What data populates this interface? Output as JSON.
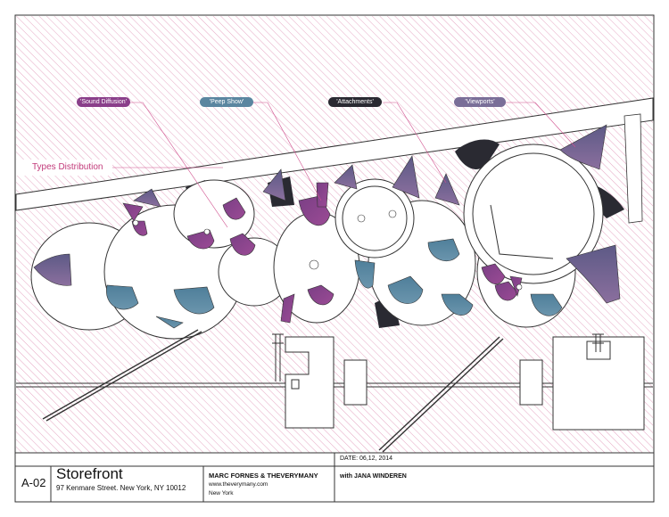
{
  "drawing": {
    "section_label": "Types Distribution",
    "tags": {
      "sound_diffusion": "'Sound Diffusion'",
      "peep_show": "'Peep Show'",
      "attachments": "'Attachments'",
      "viewports": "'Viewports'"
    }
  },
  "title_block": {
    "sheet_number": "A-02",
    "project_title": "Storefront",
    "address": "97 Kenmare Street. New York, NY 10012",
    "firm": "MARC FORNES & THEVERYMANY",
    "website": "www.theverymany.com",
    "city": "New York",
    "date": "DATE: 06,12, 2014",
    "collaborator": "with JANA WINDEREN"
  },
  "colors": {
    "sound_diffusion": "#8a3f8a",
    "peep_show": "#5b86a0",
    "attachments": "#2a2a32",
    "viewports": "#7a6e98",
    "leader": "#d0508e",
    "hatch": "#e6a8c4"
  }
}
